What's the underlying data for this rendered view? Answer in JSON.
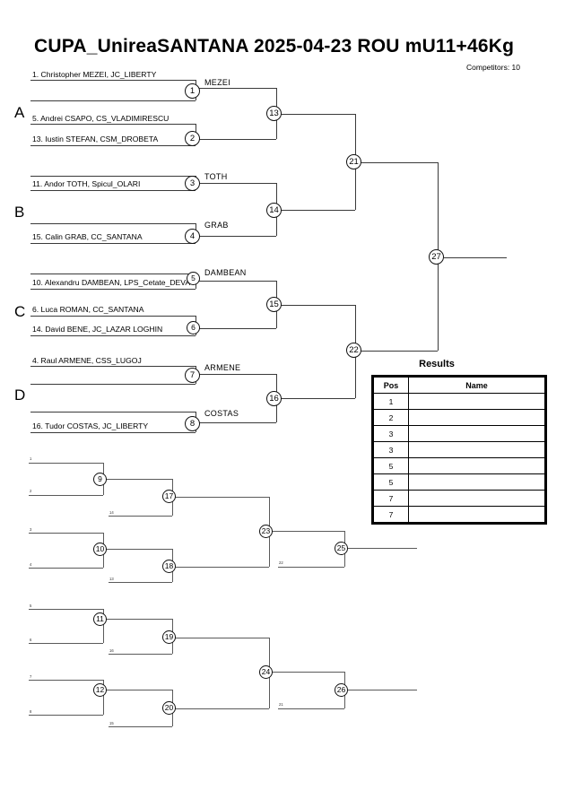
{
  "header": {
    "title": "CUPA_UnireaSANTANA  2025-04-23  ROU   mU11+46Kg",
    "competitors_label": "Competitors: 10"
  },
  "groups": [
    {
      "letter": "A"
    },
    {
      "letter": "B"
    },
    {
      "letter": "C"
    },
    {
      "letter": "D"
    }
  ],
  "competitors": [
    {
      "seed": "1",
      "text": "1. Christopher MEZEI, JC_LIBERTY"
    },
    {
      "seed": "5",
      "text": "5. Andrei CSAPO, CS_VLADIMIRESCU"
    },
    {
      "seed": "13",
      "text": "13. Iustin STEFAN, CSM_DROBETA"
    },
    {
      "seed": "11",
      "text": "11. Andor TOTH, Spicul_OLARI"
    },
    {
      "seed": "15",
      "text": "15. Calin GRAB, CC_SANTANA"
    },
    {
      "seed": "10",
      "text": "10. Alexandru DAMBEAN, LPS_Cetate_DEVA"
    },
    {
      "seed": "6",
      "text": "6. Luca ROMAN, CC_SANTANA"
    },
    {
      "seed": "14",
      "text": "14. David BENE, JC_LAZAR LOGHIN"
    },
    {
      "seed": "4",
      "text": "4. Raul ARMENE, CSS_LUGOJ"
    },
    {
      "seed": "16",
      "text": "16. Tudor COSTAS, JC_LIBERTY"
    }
  ],
  "winners": [
    {
      "name": "MEZEI"
    },
    {
      "name": "TOTH"
    },
    {
      "name": "GRAB"
    },
    {
      "name": "DAMBEAN"
    },
    {
      "name": "ARMENE"
    },
    {
      "name": "COSTAS"
    }
  ],
  "main_nodes": [
    {
      "n": "1"
    },
    {
      "n": "2"
    },
    {
      "n": "3"
    },
    {
      "n": "4"
    },
    {
      "n": "5"
    },
    {
      "n": "6"
    },
    {
      "n": "7"
    },
    {
      "n": "8"
    },
    {
      "n": "13"
    },
    {
      "n": "14"
    },
    {
      "n": "15"
    },
    {
      "n": "16"
    },
    {
      "n": "21"
    },
    {
      "n": "22"
    },
    {
      "n": "27"
    }
  ],
  "repechage_nodes": [
    {
      "n": "9"
    },
    {
      "n": "10"
    },
    {
      "n": "11"
    },
    {
      "n": "12"
    },
    {
      "n": "17"
    },
    {
      "n": "18"
    },
    {
      "n": "19"
    },
    {
      "n": "20"
    },
    {
      "n": "23"
    },
    {
      "n": "24"
    },
    {
      "n": "25"
    },
    {
      "n": "26"
    }
  ],
  "repechage_feeds": [
    {
      "t": "1"
    },
    {
      "t": "2"
    },
    {
      "t": "14"
    },
    {
      "t": "3"
    },
    {
      "t": "4"
    },
    {
      "t": "13"
    },
    {
      "t": "22"
    },
    {
      "t": "5"
    },
    {
      "t": "6"
    },
    {
      "t": "16"
    },
    {
      "t": "7"
    },
    {
      "t": "8"
    },
    {
      "t": "15"
    },
    {
      "t": "21"
    }
  ],
  "results": {
    "title": "Results",
    "columns": [
      "Pos",
      "Name"
    ],
    "rows": [
      {
        "pos": "1",
        "name": ""
      },
      {
        "pos": "2",
        "name": ""
      },
      {
        "pos": "3",
        "name": ""
      },
      {
        "pos": "3",
        "name": ""
      },
      {
        "pos": "5",
        "name": ""
      },
      {
        "pos": "5",
        "name": ""
      },
      {
        "pos": "7",
        "name": ""
      },
      {
        "pos": "7",
        "name": ""
      }
    ]
  }
}
